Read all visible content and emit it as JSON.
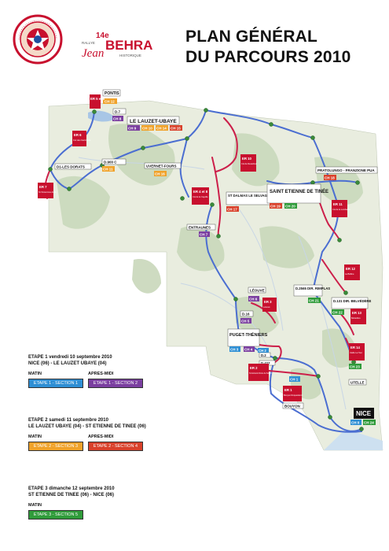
{
  "header": {
    "logo_seal_text": "AUTOMOBILE CLUB DE NICE",
    "logo_edition": "14e",
    "logo_rallye": "RALLYE",
    "logo_jean": "Jean",
    "logo_behra": "BEHRA",
    "logo_historique": "HISTORIQUE",
    "title_line1": "PLAN GÉNÉRAL",
    "title_line2": "DU PARCOURS 2010"
  },
  "colors": {
    "section1": "#2f8fd4",
    "section2": "#7b3fa0",
    "section3": "#f0a22a",
    "section4": "#d9412b",
    "section5": "#2f9b3a",
    "er": "#c8102e",
    "route_blue": "#4b6ed1",
    "route_red": "#cc1f4a",
    "map_light": "#eef1e6",
    "map_green": "#cfdcc3"
  },
  "map": {
    "towns": {
      "pontis": "PONTIS",
      "lauzet": "LE LAUZET-UBAYE",
      "d900c": "D.900 C",
      "d1_dorats": "D1-LES DORATS",
      "uvernet": "UVERNET-FOURS",
      "st_dalmas": "ST DALMAS LE SELVAGE/D2205",
      "st_etienne": "SAINT ETIENNE DE TINÉE",
      "pratolungo": "PRATOLUNGO - FRANZIONE PUA",
      "entraunes": "ENTRAUNES",
      "d7": "D.7",
      "leouve": "LÉOUVE",
      "d2565": "D.2565 DIR. RIMPLAS",
      "d131": "D.131 DIR. BELVÉDÈRE",
      "d16": "D.16",
      "puget": "PUGET-THÉNIERS",
      "d2": "D.2",
      "d427": "D.427",
      "bouyon": "BOUYON",
      "utelle": "UTELLE",
      "nice": "NICE"
    },
    "ch_labels": [
      "CH 1",
      "CH 2",
      "CH 3",
      "CH 4",
      "CH 5",
      "CH 6",
      "CH 7",
      "CH 8",
      "CH 9",
      "CH 10",
      "CH 11",
      "CH 12",
      "CH 13",
      "CH 14",
      "CH 15",
      "CH 16",
      "CH 17",
      "CH 18",
      "CH 19",
      "CH 20",
      "CH 21",
      "CH 22",
      "CH 23",
      "CH 24"
    ],
    "er_labels": {
      "er56": "ER 5 et 6",
      "er6b": "ER 6",
      "er6b_sub": "Col des Garcinets",
      "er7": "ER 7",
      "er7_sub": "St Vincent-les-Forts",
      "er4_8": "ER 4 et 8",
      "er4_8_sub": "Col de la Cayolle",
      "er10": "ER 10",
      "er10_sub": "Col de Restefond",
      "er11": "ER 11",
      "er11_sub": "Col de la Lombarde",
      "er12": "ER 12",
      "er12_sub": "La Bolline",
      "er3": "ER 3",
      "er3_sub": "Léouvé",
      "er13": "ER 13",
      "er13_sub": "Belvédère",
      "er2": "ER 2",
      "er2_sub": "St Antonin Rois du Soleil",
      "er14": "ER 14",
      "er14_sub": "Utelle La Tour",
      "er1": "ER 1",
      "er1_sub": "Bouyon Roquestéron"
    }
  },
  "legend": {
    "etape1": {
      "title1": "ETAPE 1 vendredi 10 septembre 2010",
      "title2": "NICE (06) - LE LAUZET UBAYE (04)",
      "matin": "MATIN",
      "apres_midi": "APRES-MIDI",
      "badge_a": "ETAPE 1 - SECTION 1",
      "badge_b": "ETAPE 1 - SECTION 2"
    },
    "etape2": {
      "title1": "ETAPE 2 samedi 11 septembre 2010",
      "title2": "LE LAUZET UBAYE (04) - ST ETIENNE DE TINEE (06)",
      "matin": "MATIN",
      "apres_midi": "APRES-MIDI",
      "badge_a": "ETAPE 2 - SECTION 3",
      "badge_b": "ETAPE 2 - SECTION 4"
    },
    "etape3": {
      "title1": "ETAPE 3 dimanche 12 septembre 2010",
      "title2": "ST ETIENNE DE TINEE (06) - NICE (06)",
      "matin": "MATIN",
      "badge_a": "ETAPE 3 - SECTION 5"
    }
  }
}
